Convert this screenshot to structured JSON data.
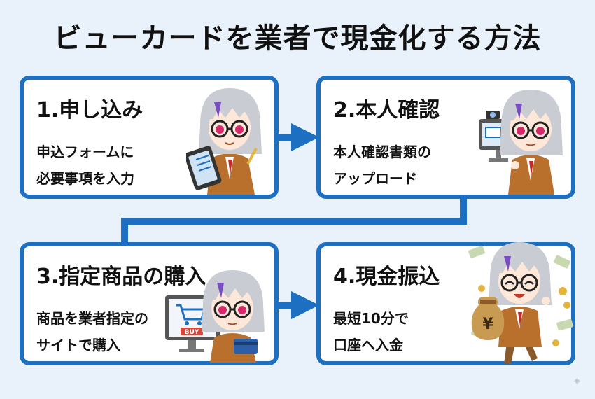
{
  "title": "ビューカードを業者で現金化する方法",
  "steps": [
    {
      "title": "1.申し込み",
      "desc": [
        "申込フォームに",
        "必要事項を入力"
      ],
      "icon": "tablet-icon"
    },
    {
      "title": "2.本人確認",
      "desc": [
        "本人確認書類の",
        "アップロード"
      ],
      "icon": "camera-monitor-icon"
    },
    {
      "title": "3.指定商品の購入",
      "desc": [
        "商品を業者指定の",
        "サイトで購入"
      ],
      "icon": "shopping-cart-monitor-icon",
      "buy_label": "BUY"
    },
    {
      "title": "4.現金振込",
      "desc": [
        "最短10分で",
        "口座へ入金"
      ],
      "icon": "money-bag-icon",
      "money_symbol": "¥"
    }
  ],
  "colors": {
    "accent": "#1d6fc1",
    "background": "#e9f2fb",
    "card": "#ffffff",
    "hair": "#c9cdd3",
    "eyes": "#d6286a",
    "jacket": "#b8702c",
    "gold": "#e5b43c"
  },
  "watermark_icon": "sparkle-icon"
}
